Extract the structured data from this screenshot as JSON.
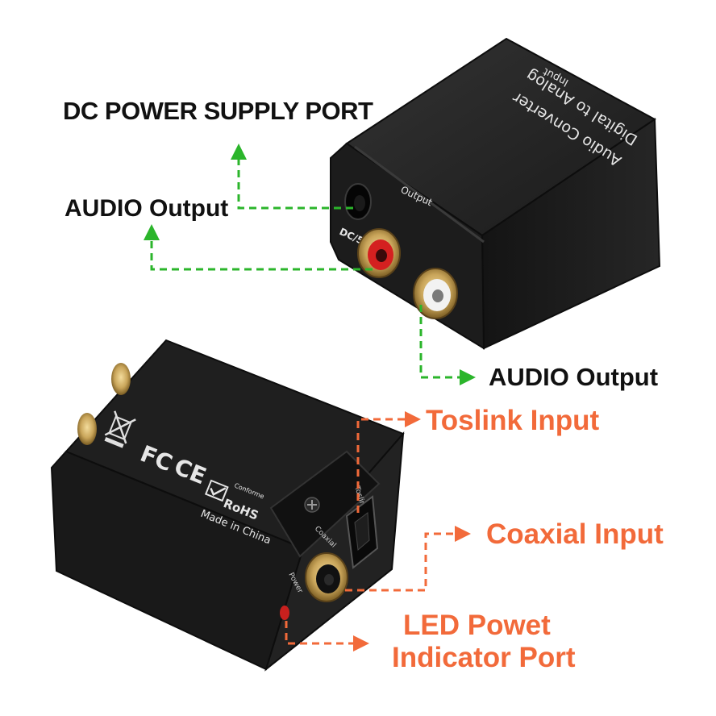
{
  "colors": {
    "background": "#ffffff",
    "device_body": "#1c1c1c",
    "device_top": "#2a2a2a",
    "device_edge": "#0d0d0d",
    "green_connector": "#2bb52b",
    "orange_connector": "#f26a3a",
    "label_dark": "#111111",
    "label_orange": "#f26a3a",
    "rca_red": "#d42020",
    "rca_white": "#f2f2f2",
    "gold": "#c9a55a",
    "led_red": "#c8201e"
  },
  "labels": {
    "dc_power": "DC POWER SUPPLY PORT",
    "audio_output_left": "AUDIO Output",
    "audio_output_right": "AUDIO Output",
    "toslink": "Toslink Input",
    "coaxial": "Coaxial Input",
    "led_line1": "LED Powet",
    "led_line2": "Indicator Port"
  },
  "device_top": {
    "input": "Input",
    "title_line1": "Digital to Analog",
    "title_line2": "Audio Converter",
    "output": "Output",
    "dc": "DC/5V"
  },
  "device_bottom": {
    "fc": "FC",
    "ce": "CE",
    "rohs": "RoHS",
    "conforme": "Conforme",
    "made_in": "Made in China",
    "toslink_print": "Toslink",
    "coaxial_print": "Coaxial",
    "power_print": "Power"
  },
  "icons": [
    "weee-bin-icon",
    "fc-mark-icon",
    "ce-mark-icon",
    "rohs-check-icon",
    "screw-icon",
    "arrow-icon"
  ]
}
